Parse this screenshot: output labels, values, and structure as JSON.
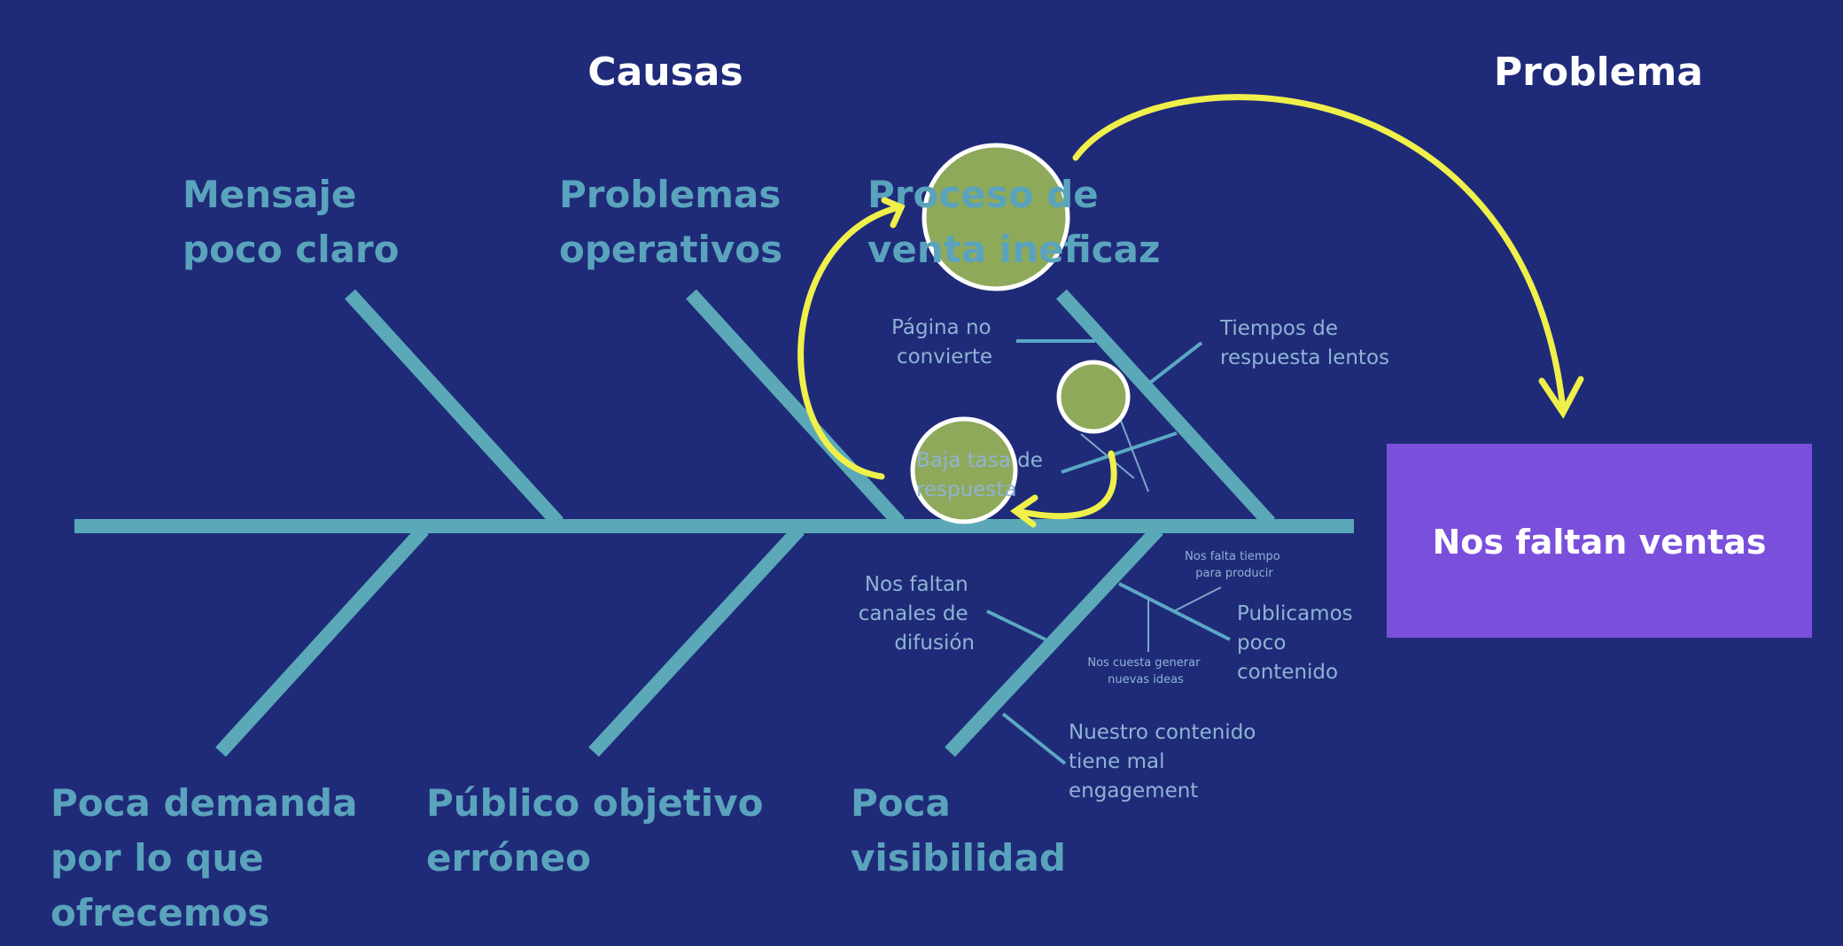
{
  "headers": {
    "causes": "Causas",
    "problem": "Problema"
  },
  "problem_box": {
    "label": "Nos faltan ventas",
    "color": "#7a4fdc"
  },
  "categories": {
    "top": [
      {
        "lines": [
          "Mensaje",
          "poco claro"
        ]
      },
      {
        "lines": [
          "Problemas",
          "operativos"
        ]
      },
      {
        "lines": [
          "Proceso de",
          "venta ineficaz"
        ]
      }
    ],
    "bottom": [
      {
        "lines": [
          "Poca demanda",
          "por lo que",
          "ofrecemos"
        ]
      },
      {
        "lines": [
          "Público objetivo",
          "erróneo"
        ]
      },
      {
        "lines": [
          "Poca",
          "visibilidad"
        ]
      }
    ]
  },
  "sub_causes": {
    "pagina": [
      "Página no",
      "convierte"
    ],
    "tiempos": [
      "Tiempos de",
      "respuesta lentos"
    ],
    "baja_tasa": [
      "Baja tasa de",
      "respuesta"
    ],
    "canales": [
      "Nos faltan",
      "canales de",
      "difusión"
    ],
    "publicamos": [
      "Publicamos",
      "poco",
      "contenido"
    ],
    "engagement": [
      "Nuestro contenido",
      "tiene mal",
      "engagement"
    ],
    "tiempo_producir": [
      "Nos falta tiempo",
      "para producir"
    ],
    "nuevas_ideas": [
      "Nos cuesta generar",
      "nuevas ideas"
    ]
  },
  "colors": {
    "background": "#1f2b78",
    "bone": "#5aa8b8",
    "highlight": "#8fa95a",
    "arrow": "#f0f04a"
  }
}
